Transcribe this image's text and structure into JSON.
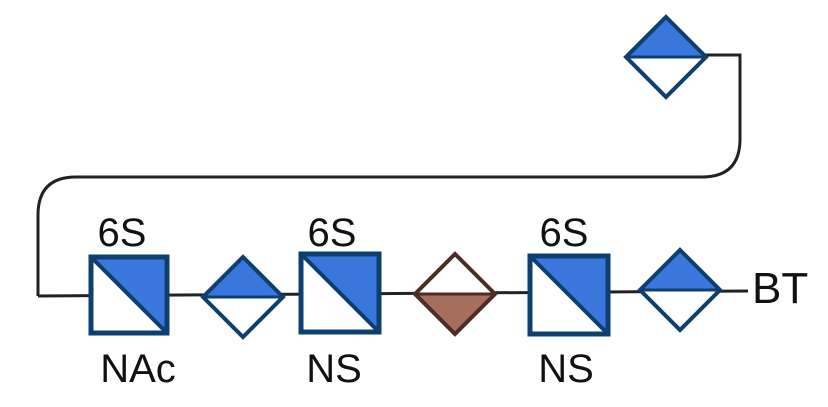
{
  "diagram": {
    "colors": {
      "blue": "#3a77dd",
      "border": "#0e3f70",
      "brown": "#a56e5d",
      "brown_border": "#4b2d25",
      "line": "#222222",
      "white": "#ffffff"
    },
    "residues": [
      {
        "shape": "square-half",
        "label_top": "6S",
        "label_bottom": "NAc"
      },
      {
        "shape": "diamond-half-top",
        "label_top": "",
        "label_bottom": ""
      },
      {
        "shape": "square-half",
        "label_top": "6S",
        "label_bottom": "NS"
      },
      {
        "shape": "diamond-half-bottom-brown",
        "label_top": "",
        "label_bottom": ""
      },
      {
        "shape": "square-half",
        "label_top": "6S",
        "label_bottom": "NS"
      },
      {
        "shape": "diamond-half-top",
        "label_top": "",
        "label_bottom": ""
      }
    ],
    "branch_residue": {
      "shape": "diamond-half-top"
    },
    "end_label": "BT"
  }
}
